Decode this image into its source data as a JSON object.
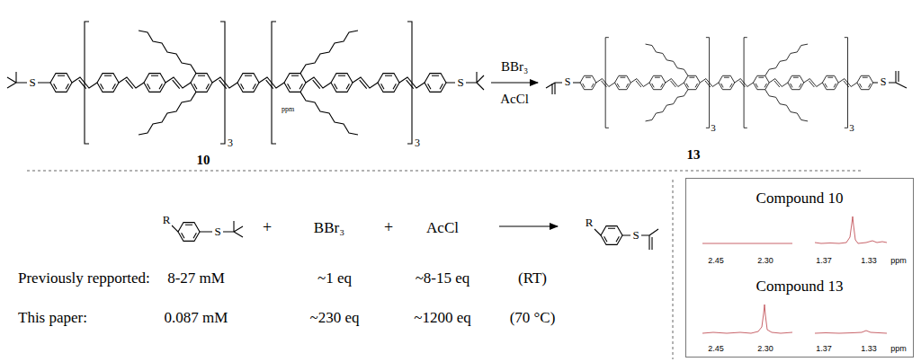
{
  "diagram": {
    "nodes": [
      {
        "text": [
          "Compound 10",
          "2.45",
          "2.30",
          "1.37",
          "1.33",
          "ppm",
          "Compound 13",
          "2.45",
          "2.30",
          "1.37",
          "1.33",
          "ppm"
        ]
      }
    ],
    "labels": [
      "S",
      "3",
      "ppm",
      "3",
      "S",
      "10",
      "BBr₃",
      "AcCl",
      "S",
      "3",
      "3",
      "S",
      "13",
      "R",
      "S",
      "+",
      "BBr₃",
      "+",
      "AcCl",
      "R",
      "S",
      "Previously repported:",
      "8-27 mM",
      "~1 eq",
      "~8-15 eq",
      "(RT)",
      "This paper:",
      "0.087 mM",
      "~230 eq",
      "~1200 eq",
      "(70 °C)"
    ]
  }
}
